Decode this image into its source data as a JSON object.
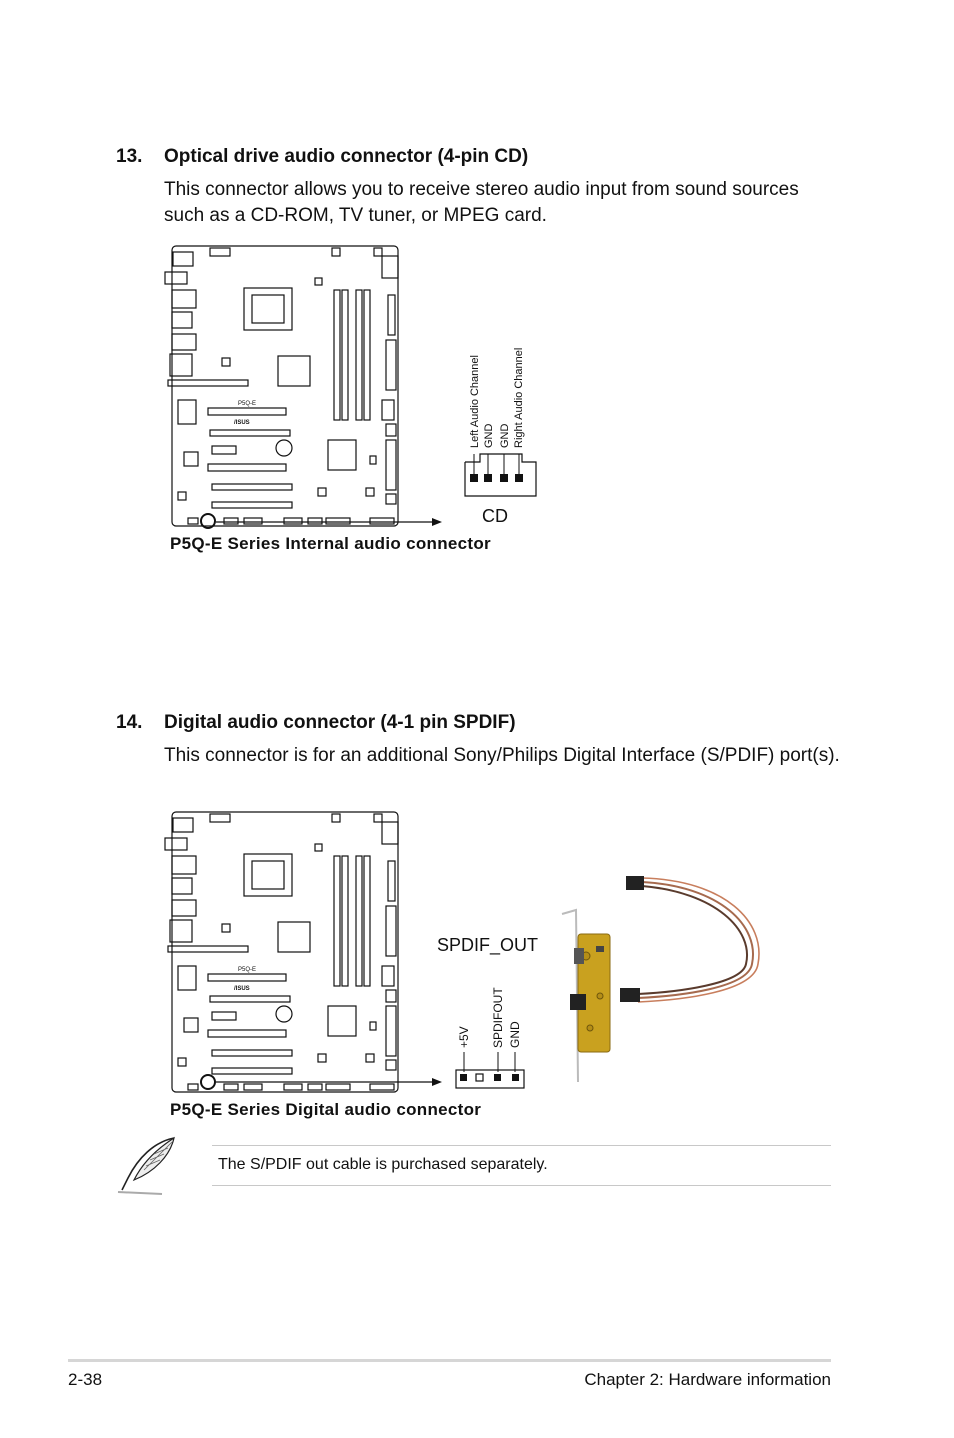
{
  "sections": [
    {
      "number": "13.",
      "title": "Optical drive audio connector (4-pin CD)",
      "body": "This connector allows you to receive stereo audio input from sound sources such as a CD-ROM, TV tuner, or MPEG card.",
      "caption": "P5Q-E Series Internal audio connector",
      "connector_name": "CD",
      "pins": [
        "Left Audio Channel",
        "GND",
        "GND",
        "Right Audio Channel"
      ]
    },
    {
      "number": "14.",
      "title": "Digital audio connector (4-1 pin SPDIF)",
      "body": "This connector is for an additional Sony/Philips Digital Interface (S/PDIF) port(s).",
      "caption": "P5Q-E Series Digital audio connector",
      "connector_name": "SPDIF_OUT",
      "pins": [
        "+5V",
        "SPDIFOUT",
        "GND"
      ]
    }
  ],
  "board": {
    "model_label": "P5Q-E",
    "brand_label": "/ISUS"
  },
  "note": {
    "icon": "feather-quill-icon",
    "text": "The S/PDIF out cable is purchased separately."
  },
  "footer": {
    "page_number": "2-38",
    "chapter": "Chapter 2: Hardware information"
  }
}
